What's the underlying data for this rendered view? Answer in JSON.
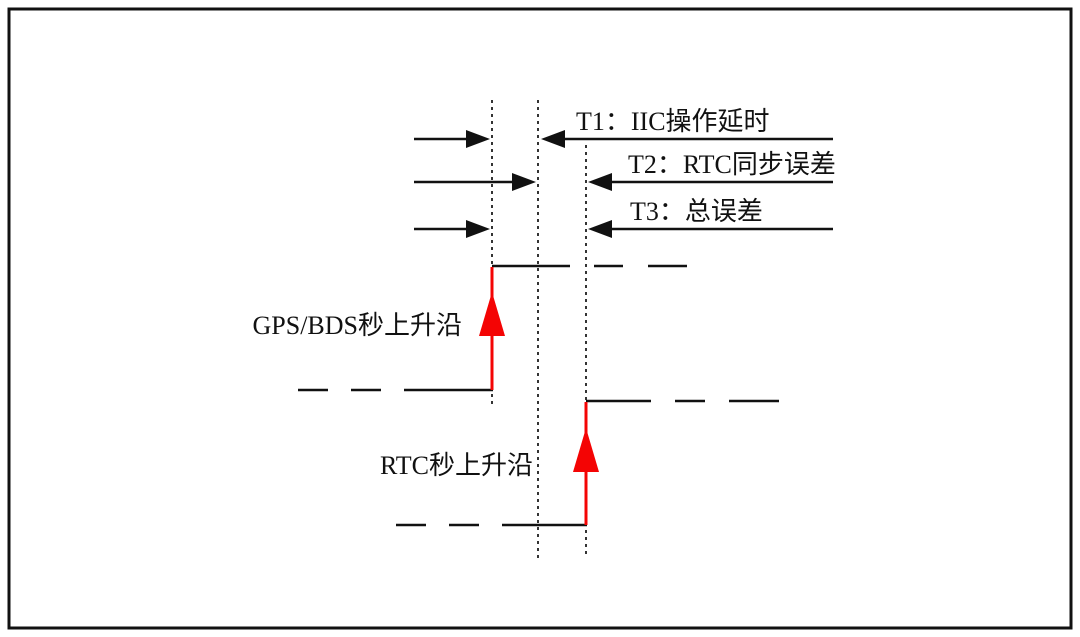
{
  "diagram": {
    "type": "timing-diagram",
    "colors": {
      "background": "#ffffff",
      "line": "#111111",
      "edge": "#f40404"
    },
    "measurements": [
      {
        "id": "T1",
        "label": "T1：IIC操作延时"
      },
      {
        "id": "T2",
        "label": "T2：RTC同步误差"
      },
      {
        "id": "T3",
        "label": "T3：总误差"
      }
    ],
    "signals": [
      {
        "id": "gps",
        "label": "GPS/BDS秒上升沿",
        "edge": "rising"
      },
      {
        "id": "rtc",
        "label": "RTC秒上升沿",
        "edge": "rising"
      }
    ]
  }
}
